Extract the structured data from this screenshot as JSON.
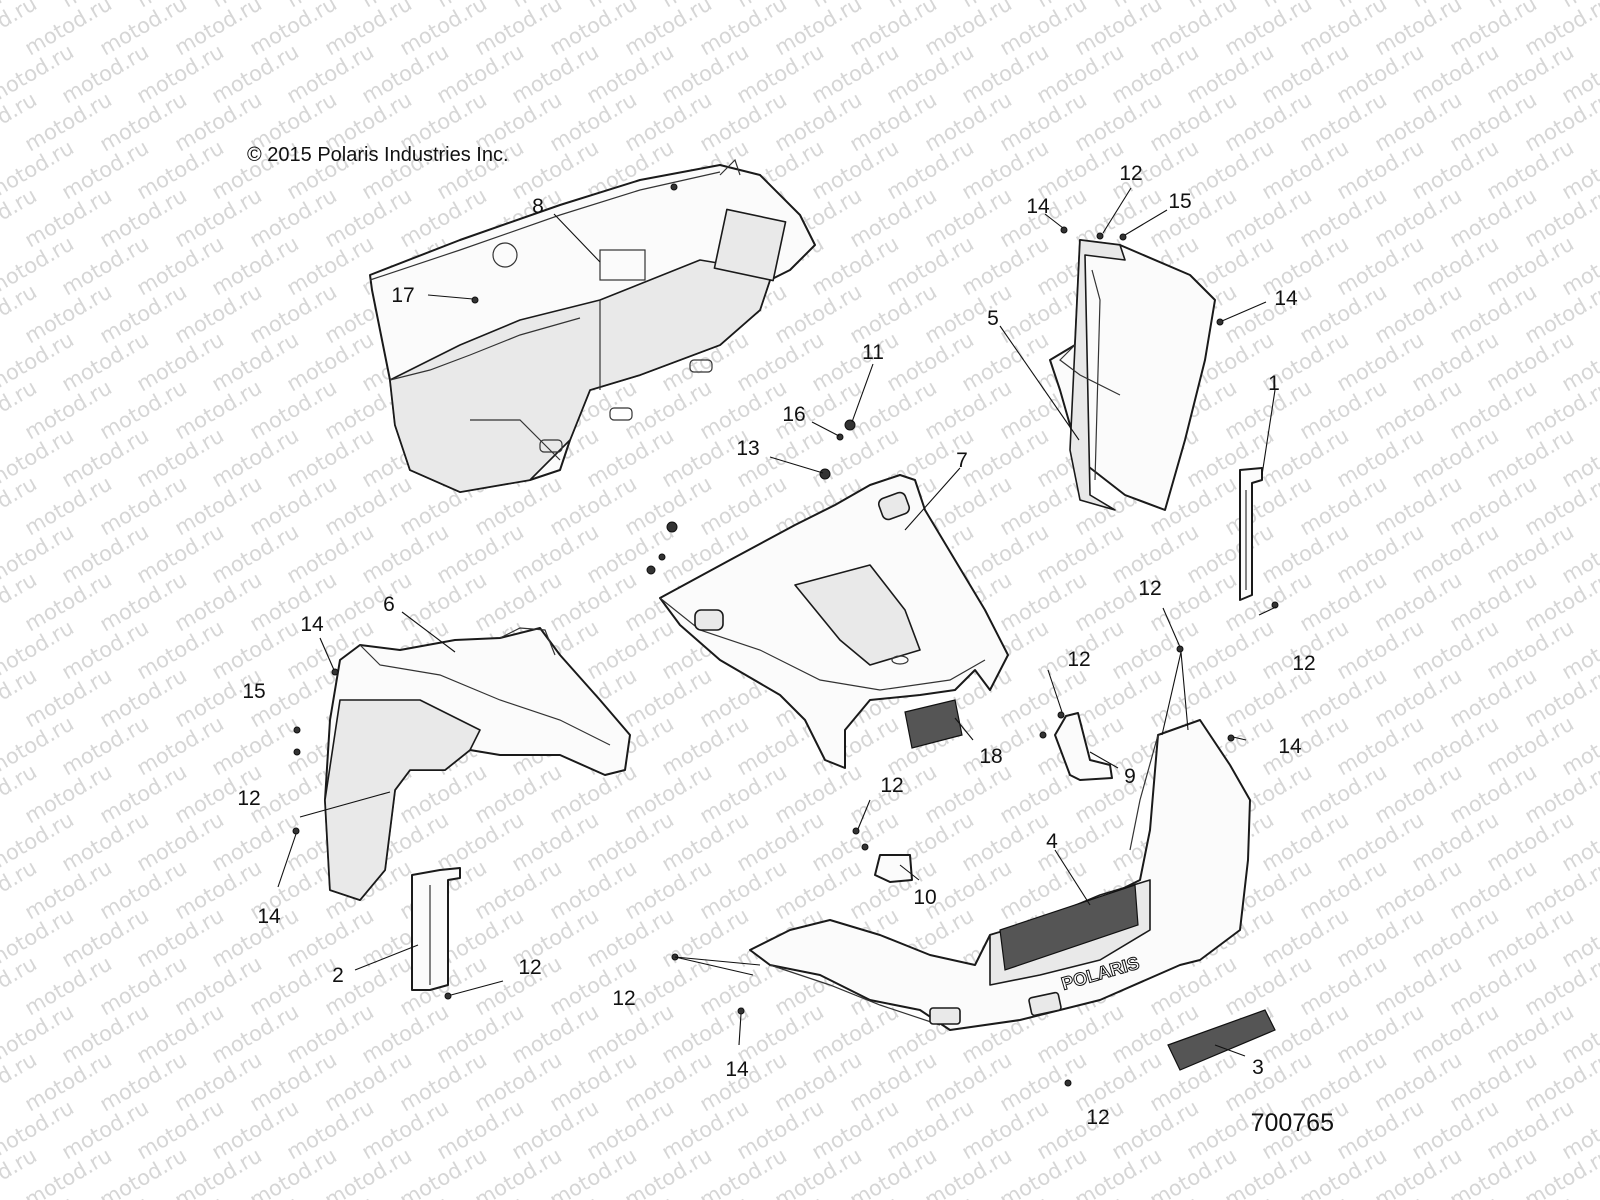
{
  "copyright": "© 2015 Polaris Industries Inc.",
  "drawing_id": "700765",
  "watermark": "motod.ru",
  "bumper_logo": "POLARIS",
  "callouts": [
    {
      "id": "c8",
      "label": "8"
    },
    {
      "id": "c17",
      "label": "17"
    },
    {
      "id": "c12a",
      "label": "12"
    },
    {
      "id": "c14a",
      "label": "14"
    },
    {
      "id": "c15a",
      "label": "15"
    },
    {
      "id": "c14b",
      "label": "14"
    },
    {
      "id": "c5",
      "label": "5"
    },
    {
      "id": "c1",
      "label": "1"
    },
    {
      "id": "c11",
      "label": "11"
    },
    {
      "id": "c16",
      "label": "16"
    },
    {
      "id": "c13",
      "label": "13"
    },
    {
      "id": "c7",
      "label": "7"
    },
    {
      "id": "c14c",
      "label": "14"
    },
    {
      "id": "c6",
      "label": "6"
    },
    {
      "id": "c15b",
      "label": "15"
    },
    {
      "id": "c12b",
      "label": "12"
    },
    {
      "id": "c12c",
      "label": "12"
    },
    {
      "id": "c12d",
      "label": "12"
    },
    {
      "id": "c12e",
      "label": "12"
    },
    {
      "id": "c18",
      "label": "18"
    },
    {
      "id": "c9",
      "label": "9"
    },
    {
      "id": "c14d",
      "label": "14"
    },
    {
      "id": "c12f",
      "label": "12"
    },
    {
      "id": "c10",
      "label": "10"
    },
    {
      "id": "c4",
      "label": "4"
    },
    {
      "id": "c14e",
      "label": "14"
    },
    {
      "id": "c2",
      "label": "2"
    },
    {
      "id": "c12g",
      "label": "12"
    },
    {
      "id": "c12h",
      "label": "12"
    },
    {
      "id": "c14f",
      "label": "14"
    },
    {
      "id": "c3",
      "label": "3"
    },
    {
      "id": "c12i",
      "label": "12"
    }
  ]
}
